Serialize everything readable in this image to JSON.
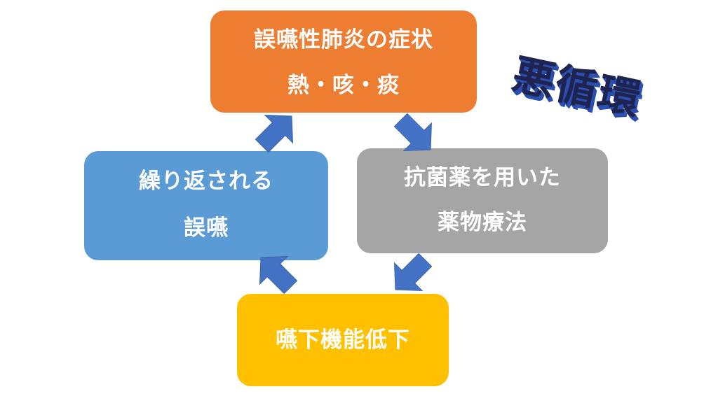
{
  "title": "悪循環",
  "nodes": {
    "symptoms": {
      "line1": "誤嚥性肺炎の症状",
      "line2": "熱・咳・痰",
      "color": "#ed7d31"
    },
    "antibiotics": {
      "line1": "抗菌薬を用いた",
      "line2": "薬物療法",
      "color": "#a5a5a5"
    },
    "swallowing": {
      "line1": "嚥下機能低下",
      "color": "#ffc000"
    },
    "repeated": {
      "line1": "繰り返される",
      "line2": "誤嚥",
      "color": "#5b9bd5"
    }
  },
  "arrow_color": "#4472c4",
  "title_color": "#1f2350"
}
